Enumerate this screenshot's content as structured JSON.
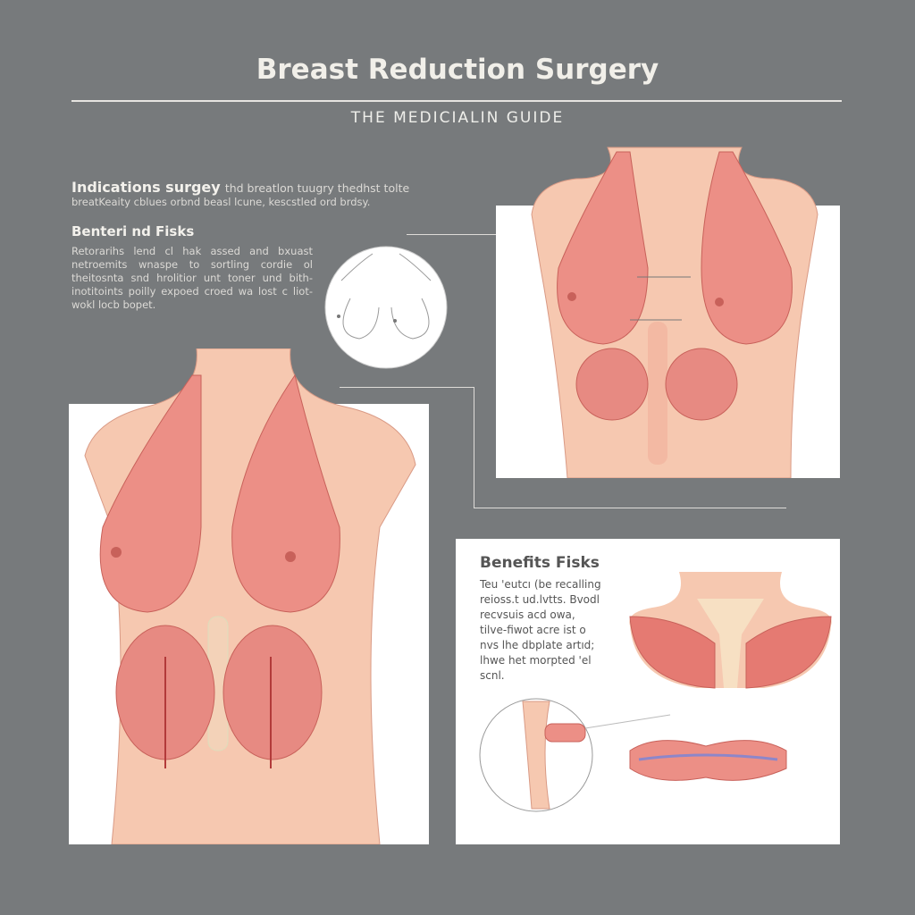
{
  "header": {
    "title": "Breast Reduction Surgery",
    "subtitle": "THE MEDICIALIN GUIDE"
  },
  "left_text": {
    "indications_heading": "Indications surgey",
    "indications_body": "thd breatlon tuugry thedhst tolte",
    "indications_body2": "breatKeaity cblues  orbnd beasl lcune, kescstled ord brdsy.",
    "benefits_heading": "Benteri nd Fisks",
    "benefits_body": "Retorarihs  lend  cl  hak assed and bxuast netroemits wnaspe to sortling cordie ol theitosnta  snd  hrolitior unt toner und  bith-inotitoints poilly expoed  croed wa lost c liot-wokl locb bopet."
  },
  "panel_text": {
    "heading": "Benefits Fisks",
    "body": "Teu 'eutcı (be recalling reioss.t ud.lvtts.  Bvodl recvsuis acd  owa, tilve-fiwot acre  ist o nvs lhe dbplate  artıd; lhwe het morpted 'el scnl."
  },
  "colors": {
    "background": "#777a7c",
    "skin": "#f6c8b0",
    "breast": "#ec8f86",
    "outline": "#c8615a"
  }
}
